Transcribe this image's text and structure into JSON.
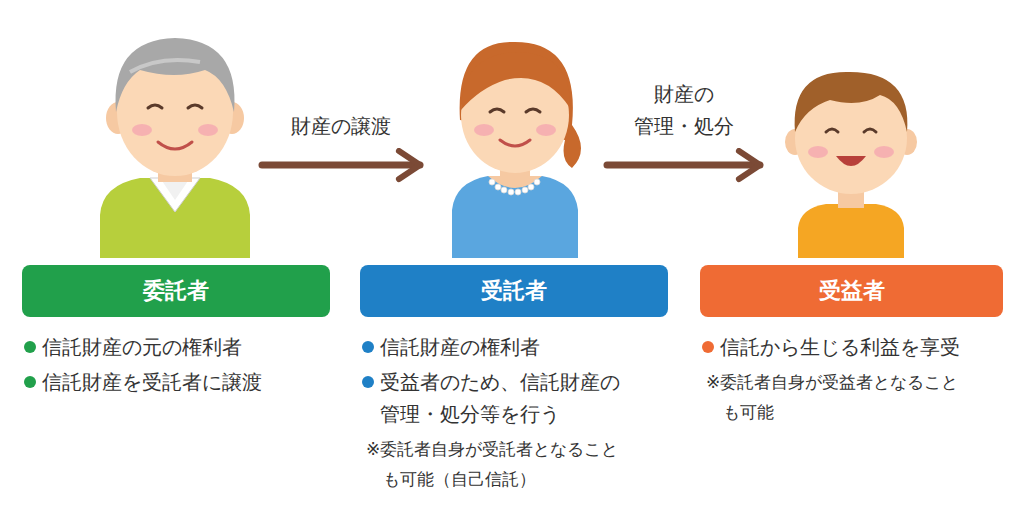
{
  "diagram": {
    "nodes": [
      {
        "text": [
          "委託者",
          "信託財産の元の権利者",
          "信託財産を受託者に譲渡"
        ]
      },
      {
        "text": [
          "受託者",
          "信託財産の権利者",
          "受益者のため、信託財産の 管理・処分等を行う",
          "※委託者自身が受託者となること も可能（自己信託）"
        ]
      },
      {
        "text": [
          "受益者",
          "信託から生じる利益を享受",
          "※委託者自身が受益者となること も可能"
        ]
      }
    ],
    "edges": [
      {
        "from": 0,
        "to": 1,
        "arrow": "to",
        "label": "財産の譲渡"
      },
      {
        "from": 1,
        "to": 2,
        "arrow": "to",
        "label": "財産の 管理・処分"
      }
    ]
  }
}
